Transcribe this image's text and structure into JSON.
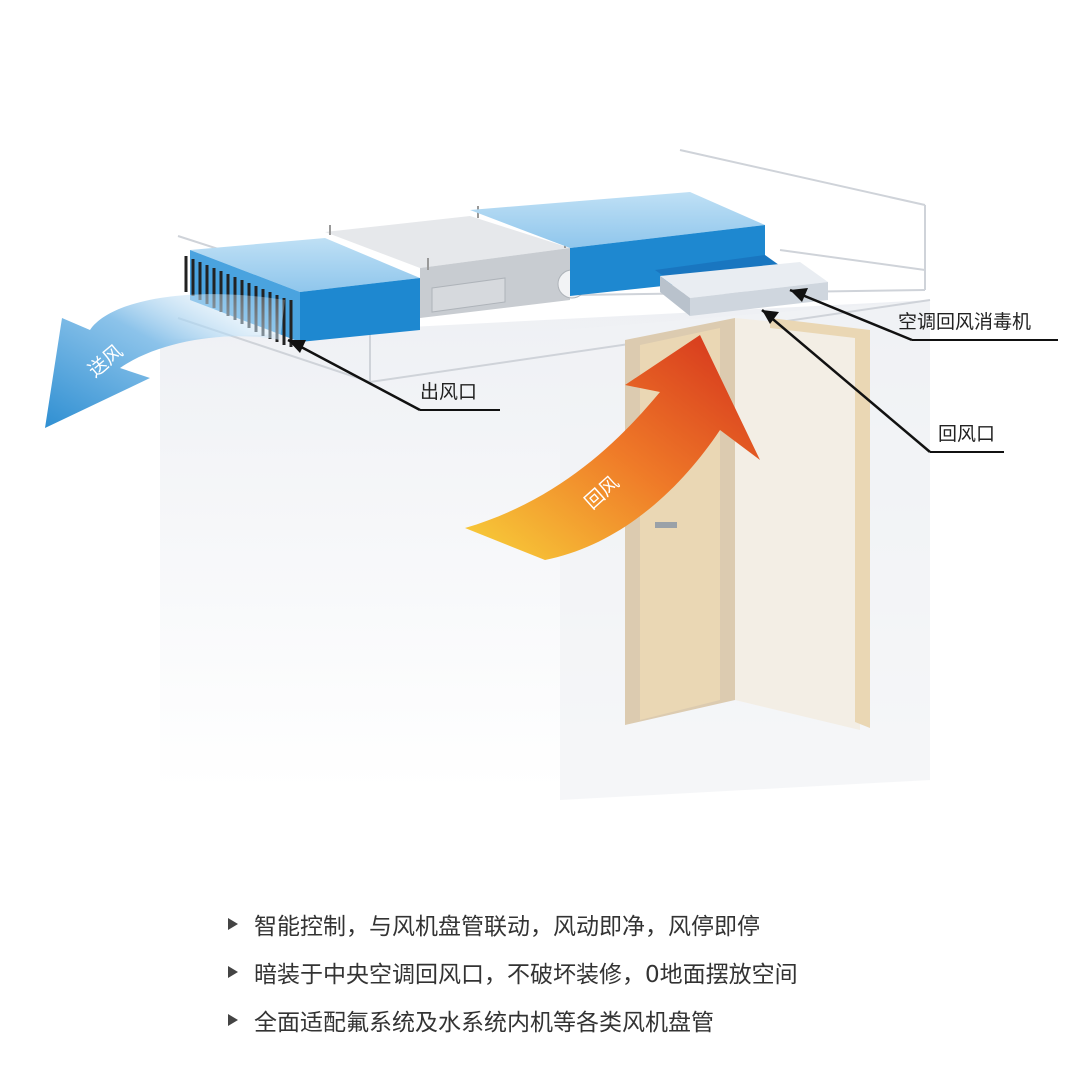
{
  "labels": {
    "supply_air": "送风",
    "return_air": "回风",
    "outlet": "出风口",
    "disinfector": "空调回风消毒机",
    "return_inlet": "回风口"
  },
  "bullets": [
    "智能控制，与风机盘管联动，风动即净，风停即停",
    "暗装于中央空调回风口，不破坏装修，0地面摆放空间",
    "全面适配氟系统及水系统内机等各类风机盘管"
  ],
  "colors": {
    "duct_blue": "#1e88d0",
    "duct_light": "#a9d4f0",
    "unit_gray": "#c8ccd1",
    "door_wood": "#ead7b4",
    "return_arrow_start": "#f6c233",
    "return_arrow_end": "#d9381e",
    "supply_arrow": "#2f8fd2"
  }
}
